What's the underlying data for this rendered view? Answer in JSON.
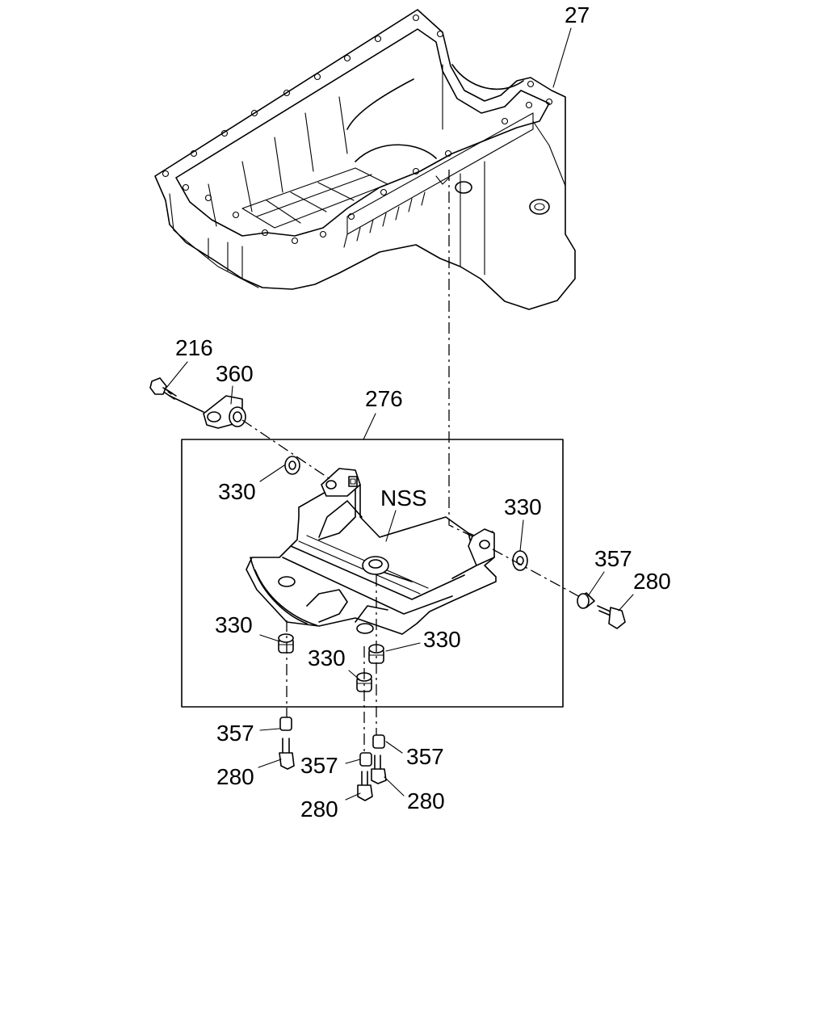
{
  "callouts": {
    "oil_pan": "27",
    "bolt_216": "216",
    "bracket_360": "360",
    "kit_276": "276",
    "nss": "NSS",
    "grommet_a": "330",
    "grommet_b": "330",
    "grommet_c": "330",
    "grommet_d": "330",
    "grommet_e": "330",
    "collar_a": "357",
    "collar_b": "357",
    "collar_c": "357",
    "collar_d": "357",
    "bolt_a": "280",
    "bolt_b": "280",
    "bolt_c": "280",
    "bolt_d": "280"
  }
}
